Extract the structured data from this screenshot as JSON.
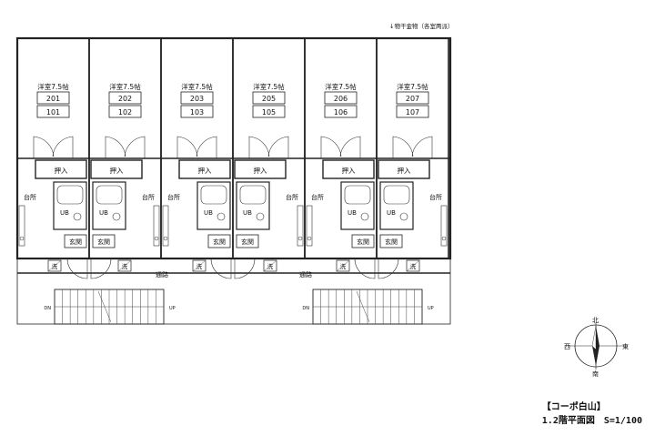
{
  "header_note": "↓物干金物（各室两派）",
  "room_label": "洋室7.5帖",
  "units": [
    {
      "upper": "201",
      "lower": "101"
    },
    {
      "upper": "202",
      "lower": "102"
    },
    {
      "upper": "203",
      "lower": "103"
    },
    {
      "upper": "205",
      "lower": "105"
    },
    {
      "upper": "206",
      "lower": "106"
    },
    {
      "upper": "207",
      "lower": "107"
    }
  ],
  "closet_label": "押入",
  "kitchen_label": "台所",
  "bath_label": "UB",
  "entrance_label": "玄関",
  "washer_label": "洗",
  "corridor_label": "通路",
  "stair_up": "UP",
  "stair_dn": "DN",
  "compass": {
    "north": "北",
    "south": "南",
    "east": "東",
    "west": "西"
  },
  "building_name": "【コーポ白山】",
  "drawing_title": "1.2階平面図　S=1/100"
}
